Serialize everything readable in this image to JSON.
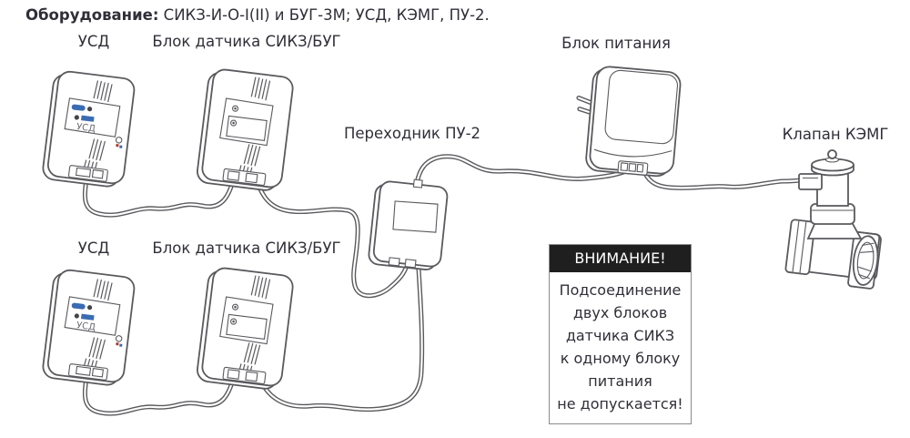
{
  "header": {
    "bold": "Оборудование:",
    "rest": " СИКЗ-И-О-I(II) и БУГ-3М; УСД, КЭМГ, ПУ-2."
  },
  "labels": {
    "usd_top": "УСД",
    "sensor_top": "Блок датчика СИКЗ/БУГ",
    "adapter": "Переходник ПУ-2",
    "psu": "Блок питания",
    "valve": "Клапан КЭМГ",
    "usd_bottom": "УСД",
    "sensor_bottom": "Блок датчика СИКЗ/БУГ"
  },
  "device_text": {
    "usd_badge": "УСД"
  },
  "warning": {
    "title": "ВНИМАНИЕ!",
    "lines": [
      "Подсоединение",
      "двух блоков",
      "датчика СИКЗ",
      "к одному блоку",
      "питания",
      "не допускается!"
    ]
  },
  "colors": {
    "line": "#5a5a5e",
    "text": "#2f2f38",
    "warning_bg": "#1f1f1f",
    "accent_blue": "#3a6cb3",
    "accent_red": "#b03a2e"
  }
}
